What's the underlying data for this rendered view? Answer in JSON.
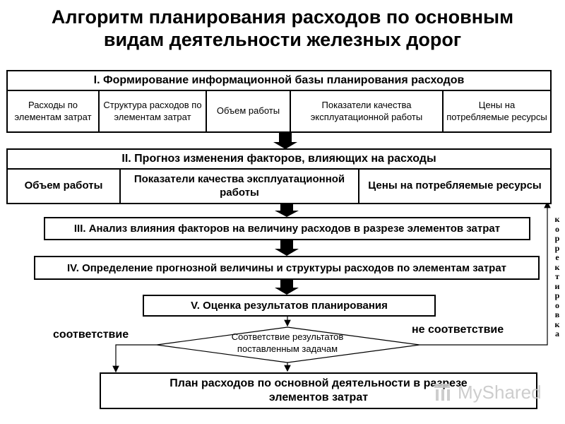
{
  "title": {
    "line1": "Алгоритм планирования расходов по основным",
    "line2": "видам деятельности железных дорог"
  },
  "block1": {
    "header": "I. Формирование информационной базы планирования расходов",
    "cells": [
      "Расходы по элементам затрат",
      "Структура расходов по элементам затрат",
      "Объем работы",
      "Показатели качества эксплуатационной работы",
      "Цены на потребляемые ресурсы"
    ]
  },
  "block2": {
    "header": "II. Прогноз изменения факторов, влияющих на расходы",
    "cells": [
      "Объем работы",
      "Показатели качества эксплуатационной работы",
      "Цены на потребляемые ресурсы"
    ]
  },
  "block3": "III. Анализ влияния факторов на величину расходов в разрезе элементов затрат",
  "block4": "IV. Определение прогнозной величины и структуры расходов по элементам  затрат",
  "block5": "V. Оценка результатов планирования",
  "decision": {
    "line1": "Соответствие результатов",
    "line2": "поставленным задачам",
    "yes_label": "соответствие",
    "no_label": "не соответствие"
  },
  "correction": [
    "к",
    "о",
    "р",
    "р",
    "е",
    "к",
    "т",
    "и",
    "р",
    "о",
    "в",
    "к",
    "а"
  ],
  "final": {
    "line1": "План расходов по основной деятельности в разрезе",
    "line2": "элементов затрат"
  },
  "watermark": "MyShared",
  "colors": {
    "line": "#000000",
    "background": "#ffffff",
    "watermark": "#c8c8c8"
  }
}
